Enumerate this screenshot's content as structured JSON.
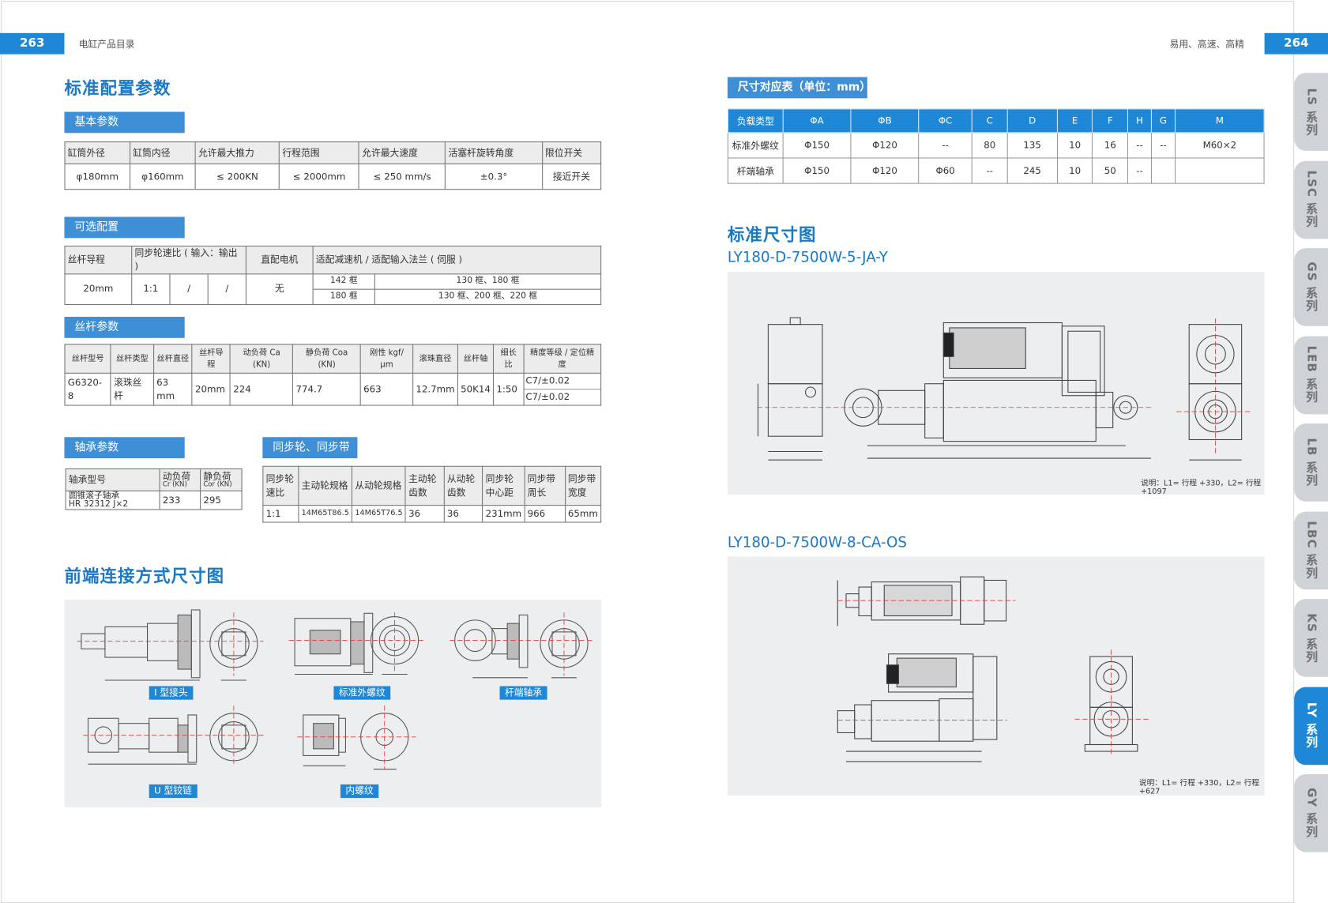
{
  "header": {
    "left_page": "263",
    "left_title": "电缸产品目录",
    "right_page": "264",
    "right_title": "易用、高速、高精"
  },
  "left": {
    "title": "标准配置参数",
    "basic": {
      "label": "基本参数",
      "headers": [
        "缸筒外径",
        "缸筒内径",
        "允许最大推力",
        "行程范围",
        "允许最大速度",
        "活塞杆旋转角度",
        "限位开关"
      ],
      "values": [
        "φ180mm",
        "φ160mm",
        "≤ 200KN",
        "≤ 2000mm",
        "≤ 250 mm/s",
        "±0.3°",
        "接近开关"
      ]
    },
    "optional": {
      "label": "可选配置",
      "headers": [
        "丝杆导程",
        "同步轮速比 ( 输入：输出 )",
        "直配电机",
        "适配减速机 / 适配输入法兰 ( 伺服 )"
      ],
      "lead": "20mm",
      "ratio": "1:1",
      "slash1": "/",
      "slash2": "/",
      "direct_motor": "无",
      "rows": [
        {
          "frame": "142 框",
          "flanges": "130 框、180 框"
        },
        {
          "frame": "180 框",
          "flanges": "130 框、200 框、220 框"
        }
      ]
    },
    "screw": {
      "label": "丝杆参数",
      "headers": [
        "丝杆型号",
        "丝杆类型",
        "丝杆直径",
        "丝杆导程",
        "动负荷 Ca (KN)",
        "静负荷 Coa (KN)",
        "刚性 kgf/μm",
        "滚珠直径",
        "丝杆轴",
        "细长比",
        "精度等级 / 定位精度"
      ],
      "values": [
        "G6320-8",
        "滚珠丝杆",
        "63 mm",
        "20mm",
        "224",
        "774.7",
        "663",
        "12.7mm",
        "50K14",
        "1:50"
      ],
      "accuracy": [
        "C7/±0.02",
        "C7/±0.02"
      ]
    },
    "bearing": {
      "label": "轴承参数",
      "h_model": "轴承型号",
      "h_cr": "动负荷",
      "h_cr_unit": "Cr (KN)",
      "h_cor": "静负荷",
      "h_cor_unit": "Cor (KN)",
      "model_line1": "圆锥滚子轴承",
      "model_line2": "HR 32312 J×2",
      "cr": "233",
      "cor": "295"
    },
    "timing": {
      "label": "同步轮、同步带",
      "headers": [
        "同步轮速比",
        "主动轮规格",
        "从动轮规格",
        "主动轮齿数",
        "从动轮齿数",
        "同步轮中心距",
        "同步带周长",
        "同步带宽度"
      ],
      "values": [
        "1:1",
        "14M65T86.5",
        "14M65T76.5",
        "36",
        "36",
        "231mm",
        "966",
        "65mm"
      ]
    },
    "connect_title": "前端连接方式尺寸图",
    "connect_labels": [
      "I 型接头",
      "标准外螺纹",
      "杆端轴承",
      "U 型铰链",
      "内螺纹"
    ]
  },
  "right": {
    "dim_title": "尺寸对应表（单位：mm）",
    "dim_headers": [
      "负载类型",
      "ΦA",
      "ΦB",
      "ΦC",
      "C",
      "D",
      "E",
      "F",
      "H",
      "G",
      "M"
    ],
    "dim_rows": [
      [
        "标准外螺纹",
        "Φ150",
        "Φ120",
        "--",
        "80",
        "135",
        "10",
        "16",
        "--",
        "--",
        "M60×2"
      ],
      [
        "杆端轴承",
        "Φ150",
        "Φ120",
        "Φ60",
        "--",
        "245",
        "10",
        "50",
        "--",
        "",
        ""
      ]
    ],
    "std_title": "标准尺寸图",
    "model1": "LY180-D-7500W-5-JA-Y",
    "note1": "说明：L1= 行程 +330，L2= 行程 +1097",
    "model2": "LY180-D-7500W-8-CA-OS",
    "note2": "说明：L1= 行程 +330，L2= 行程 +627"
  },
  "tabs": [
    {
      "label": "LS 系列",
      "active": false
    },
    {
      "label": "LSC 系列",
      "active": false
    },
    {
      "label": "GS 系列",
      "active": false
    },
    {
      "label": "LEB 系列",
      "active": false
    },
    {
      "label": "LB 系列",
      "active": false
    },
    {
      "label": "LBC 系列",
      "active": false
    },
    {
      "label": "KS 系列",
      "active": false
    },
    {
      "label": "LY 系列",
      "active": true
    },
    {
      "label": "GY 系列",
      "active": false
    }
  ],
  "colors": {
    "accent": "#1e88d6",
    "tab_inactive": "#cfd3d7",
    "panel": "#eceef0"
  }
}
